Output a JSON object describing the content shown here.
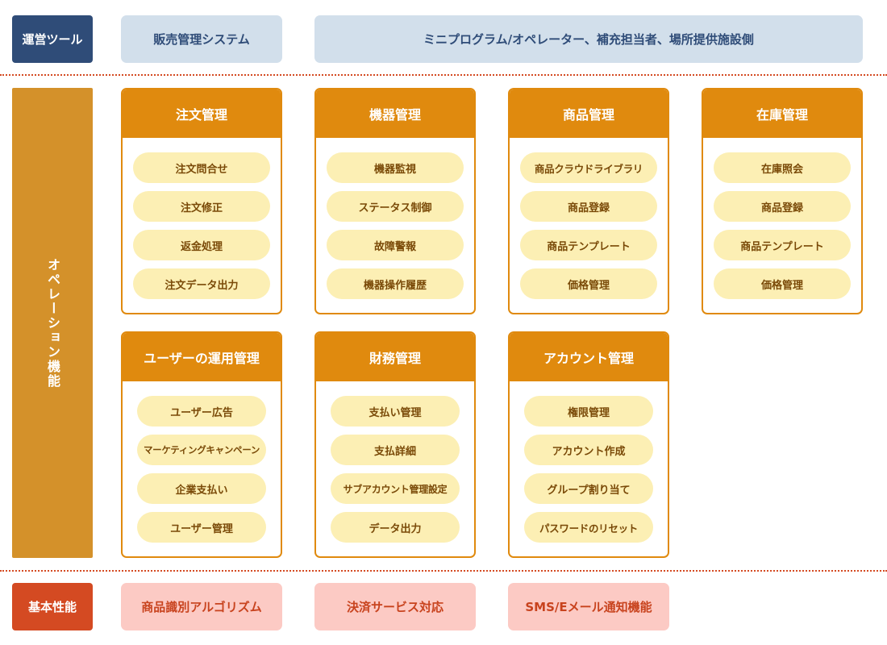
{
  "categories": {
    "tools": "運営ツール",
    "operations": "オペレーション機能",
    "basic": "基本性能"
  },
  "tools": [
    "販売管理システム",
    "ミニプログラム/オペレーター、補充担当者、場所提供施設側"
  ],
  "modules": [
    {
      "title": "注文管理",
      "items": [
        "注文問合せ",
        "注文修正",
        "返金処理",
        "注文データ出力"
      ]
    },
    {
      "title": "機器管理",
      "items": [
        "機器監視",
        "ステータス制御",
        "故障警報",
        "機器操作履歴"
      ]
    },
    {
      "title": "商品管理",
      "items": [
        "商品クラウドライブラリ",
        "商品登録",
        "商品テンプレート",
        "価格管理"
      ]
    },
    {
      "title": "在庫管理",
      "items": [
        "在庫照会",
        "商品登録",
        "商品テンプレート",
        "価格管理"
      ]
    },
    {
      "title": "ユーザーの運用管理",
      "items": [
        "ユーザー広告",
        "マーケティングキャンペーン",
        "企業支払い",
        "ユーザー管理"
      ]
    },
    {
      "title": "財務管理",
      "items": [
        "支払い管理",
        "支払詳細",
        "サブアカウント管理設定",
        "データ出力"
      ]
    },
    {
      "title": "アカウント管理",
      "items": [
        "権限管理",
        "アカウント作成",
        "グループ割り当て",
        "パスワードのリセット"
      ]
    }
  ],
  "basic": [
    "商品識別アルゴリズム",
    "決済サービス対応",
    "SMS/Eメール通知機能"
  ],
  "colors": {
    "navy": "#2f4c78",
    "orange": "#e08a0e",
    "ops_label": "#d4912a",
    "red": "#d44a22",
    "pill_bg": "#fcefb4",
    "tool_bg": "#d2dfeb",
    "basic_bg": "#fccac4"
  }
}
